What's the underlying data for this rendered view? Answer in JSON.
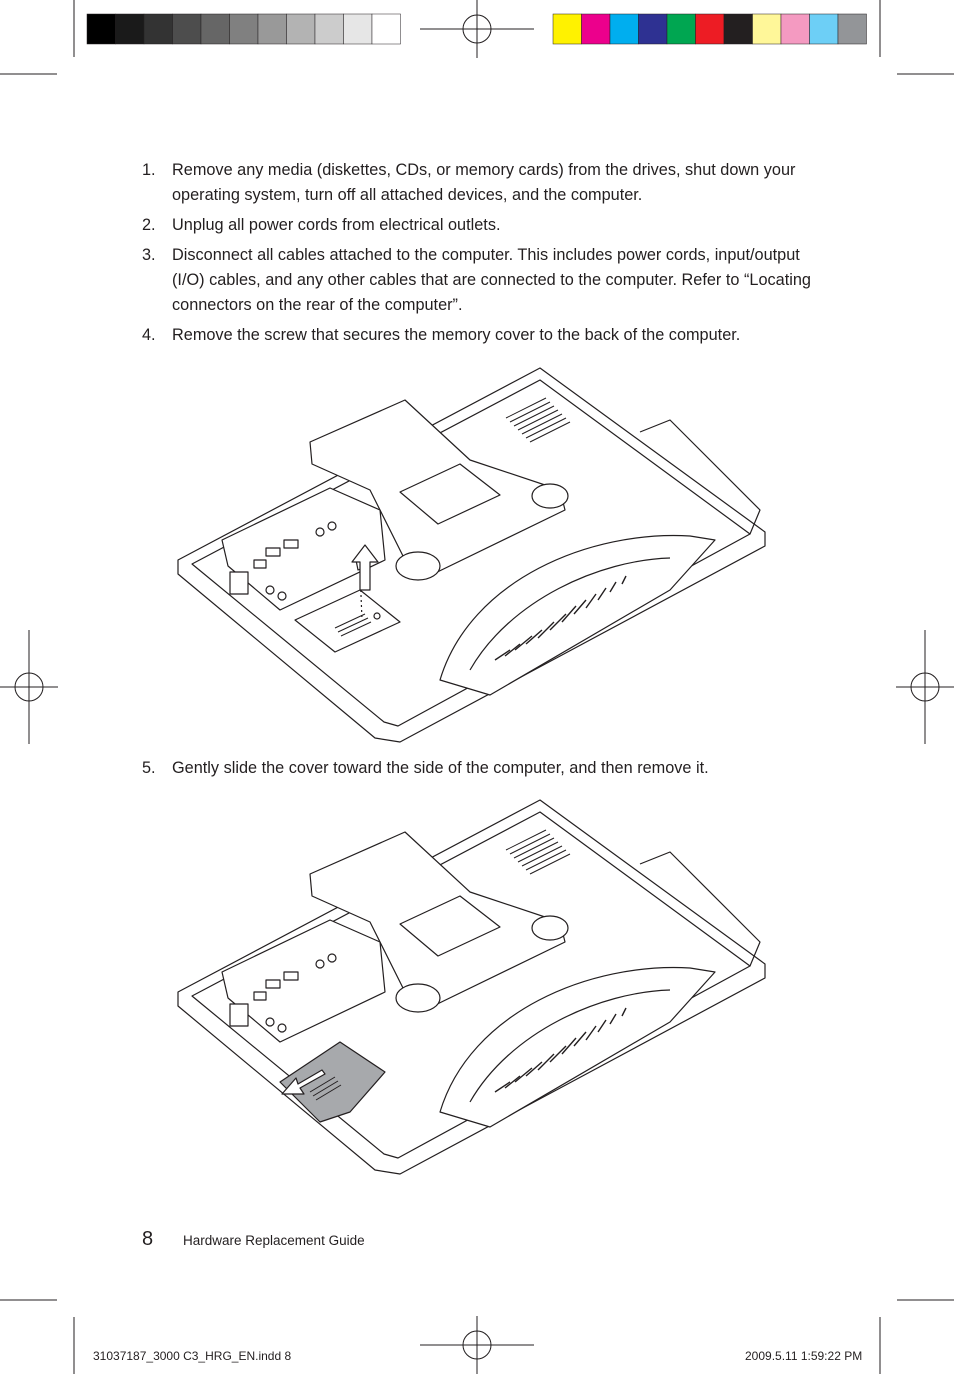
{
  "steps": [
    {
      "num": "1.",
      "text": "Remove any media (diskettes, CDs, or memory cards) from the drives, shut down your operating system, turn off all attached devices, and the computer."
    },
    {
      "num": "2.",
      "text": "Unplug all power cords from electrical outlets."
    },
    {
      "num": "3.",
      "text": "Disconnect all cables attached to the computer. This includes power cords, input/output (I/O) cables, and any other cables that are connected to the computer. Refer to “Locating connectors on the rear of the computer”."
    },
    {
      "num": "4.",
      "text": "Remove the screw that secures the memory cover to the back of the computer."
    },
    {
      "num": "5.",
      "text": "Gently slide the cover toward the side of the computer, and then remove it."
    }
  ],
  "footer": {
    "page_number": "8",
    "guide_title": "Hardware Replacement Guide"
  },
  "slug": {
    "file": "31037187_3000 C3_HRG_EN.indd   8",
    "timestamp": "2009.5.11   1:59:22 PM"
  },
  "colors": {
    "gray_bar": [
      "#000000",
      "#1a1a1a",
      "#333333",
      "#4d4d4d",
      "#666666",
      "#808080",
      "#999999",
      "#b3b3b3",
      "#cccccc",
      "#e6e6e6",
      "#ffffff"
    ],
    "color_bar": [
      "#fff200",
      "#ec008c",
      "#00aeef",
      "#2e3192",
      "#00a651",
      "#ed1c24",
      "#231f20",
      "#fff799",
      "#f49ac1",
      "#6dcff6",
      "#939598"
    ]
  }
}
